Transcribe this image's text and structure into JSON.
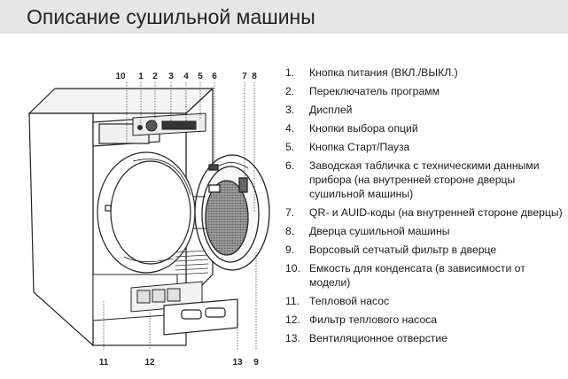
{
  "title": "Описание сушильной машины",
  "diagram": {
    "callouts_top": [
      "10",
      "1",
      "2",
      "3",
      "4",
      "5",
      "6",
      "7",
      "8"
    ],
    "callouts_bottom": [
      "11",
      "12",
      "13",
      "9"
    ]
  },
  "legend": [
    {
      "num": "1.",
      "text": "Кнопка питания (ВКЛ./ВЫКЛ.)"
    },
    {
      "num": "2.",
      "text": "Переключатель программ"
    },
    {
      "num": "3.",
      "text": "Дисплей"
    },
    {
      "num": "4.",
      "text": "Кнопки выбора опций"
    },
    {
      "num": "5.",
      "text": "Кнопка Старт/Пауза"
    },
    {
      "num": "6.",
      "text": "Заводская табличка с техническими данными прибора (на внутренней стороне дверцы сушильной машины)"
    },
    {
      "num": "7.",
      "text": "QR- и AUID-коды (на внутренней стороне дверцы)"
    },
    {
      "num": "8.",
      "text": "Дверца сушильной машины"
    },
    {
      "num": "9.",
      "text": "Ворсовый сетчатый фильтр в дверце"
    },
    {
      "num": "10.",
      "text": "Емкость для конденсата (в зависимости от модели)"
    },
    {
      "num": "11.",
      "text": "Тепловой насос"
    },
    {
      "num": "12.",
      "text": "Фильтр теплового насоса"
    },
    {
      "num": "13.",
      "text": "Вентиляционное отверстие"
    }
  ]
}
